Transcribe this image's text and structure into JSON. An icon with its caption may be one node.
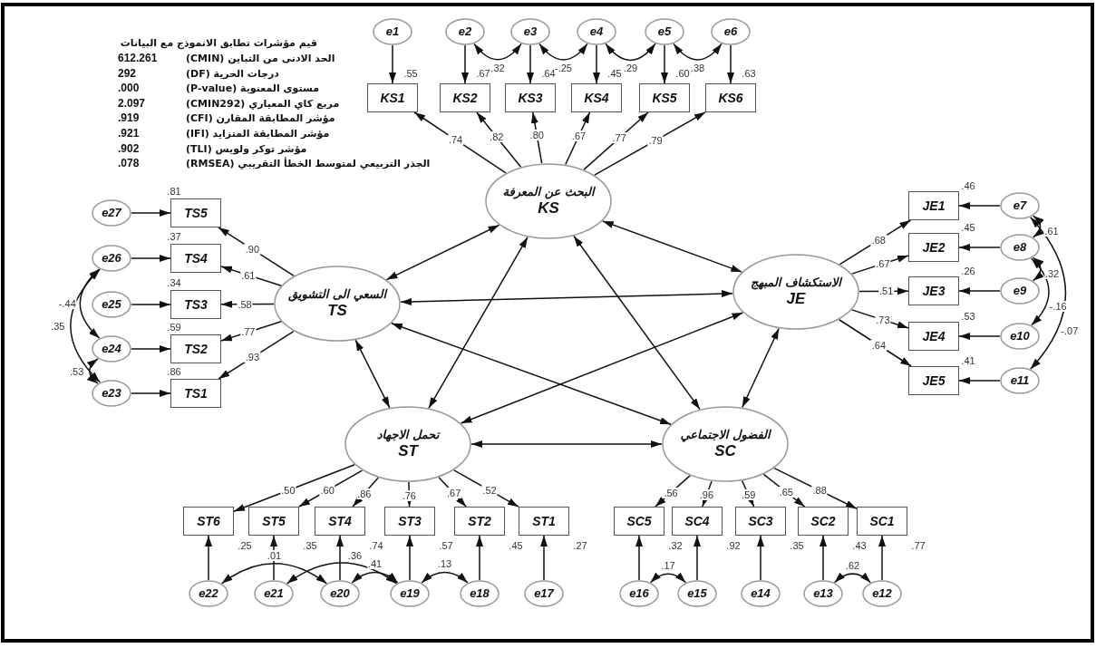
{
  "diagram": {
    "nodes": [
      {
        "text": [
          "e1"
        ]
      },
      {
        "text": [
          "e2"
        ]
      },
      {
        "text": [
          "e3"
        ]
      },
      {
        "text": [
          "e4"
        ]
      },
      {
        "text": [
          "e5"
        ]
      },
      {
        "text": [
          "e6"
        ]
      },
      {
        "text": [
          "KS1"
        ],
        "beside": [
          ".55"
        ]
      },
      {
        "text": [
          "KS2"
        ],
        "beside": [
          ".67"
        ]
      },
      {
        "text": [
          "KS3"
        ],
        "beside": [
          ".64"
        ]
      },
      {
        "text": [
          "KS4"
        ],
        "beside": [
          ".45"
        ]
      },
      {
        "text": [
          "KS5"
        ],
        "beside": [
          ".60"
        ]
      },
      {
        "text": [
          "KS6"
        ],
        "beside": [
          ".63"
        ]
      },
      {
        "text": [
          "البحث عن المعرفة",
          "KS"
        ]
      },
      {
        "text": [
          "السعي الى التشويق",
          "TS"
        ]
      },
      {
        "text": [
          "الاستكشاف المبهج",
          "JE"
        ]
      },
      {
        "text": [
          "TS5"
        ],
        "beside": [
          ".81"
        ]
      },
      {
        "text": [
          "TS4"
        ],
        "beside": [
          ".37"
        ]
      },
      {
        "text": [
          "TS3"
        ],
        "beside": [
          ".34"
        ]
      },
      {
        "text": [
          "TS2"
        ],
        "beside": [
          ".59"
        ]
      },
      {
        "text": [
          "TS1"
        ],
        "beside": [
          ".86"
        ]
      },
      {
        "text": [
          "e27"
        ]
      },
      {
        "text": [
          "e26"
        ]
      },
      {
        "text": [
          "e25"
        ]
      },
      {
        "text": [
          "e24"
        ]
      },
      {
        "text": [
          "e23"
        ]
      },
      {
        "text": [
          "JE1"
        ],
        "beside": [
          ".46"
        ]
      },
      {
        "text": [
          "JE2"
        ],
        "beside": [
          ".45"
        ]
      },
      {
        "text": [
          "JE3"
        ],
        "beside": [
          ".26"
        ]
      },
      {
        "text": [
          "JE4"
        ],
        "beside": [
          ".53"
        ]
      },
      {
        "text": [
          "JE5"
        ],
        "beside": [
          ".41"
        ]
      },
      {
        "text": [
          "e7"
        ]
      },
      {
        "text": [
          "e8"
        ]
      },
      {
        "text": [
          "e9"
        ]
      },
      {
        "text": [
          "e10"
        ]
      },
      {
        "text": [
          "e11"
        ]
      },
      {
        "text": [
          "تحمل الاجهاد",
          "ST"
        ]
      },
      {
        "text": [
          "الفضول الاجتماعي",
          "SC"
        ]
      },
      {
        "text": [
          "ST6"
        ],
        "beside": [
          ".25"
        ]
      },
      {
        "text": [
          "ST5"
        ],
        "beside": [
          ".35"
        ]
      },
      {
        "text": [
          "ST4"
        ],
        "beside": [
          ".74"
        ]
      },
      {
        "text": [
          "ST3"
        ],
        "beside": [
          ".57"
        ]
      },
      {
        "text": [
          "ST2"
        ],
        "beside": [
          ".45"
        ]
      },
      {
        "text": [
          "ST1"
        ],
        "beside": [
          ".27"
        ]
      },
      {
        "text": [
          "SC5"
        ],
        "beside": [
          ".32"
        ]
      },
      {
        "text": [
          "SC4"
        ],
        "beside": [
          ".92"
        ]
      },
      {
        "text": [
          "SC3"
        ],
        "beside": [
          ".35"
        ]
      },
      {
        "text": [
          "SC2"
        ],
        "beside": [
          ".43"
        ]
      },
      {
        "text": [
          "SC1"
        ],
        "beside": [
          ".77"
        ]
      },
      {
        "text": [
          "e22"
        ]
      },
      {
        "text": [
          "e21"
        ]
      },
      {
        "text": [
          "e20"
        ]
      },
      {
        "text": [
          "e19"
        ]
      },
      {
        "text": [
          "e18"
        ]
      },
      {
        "text": [
          "e17"
        ]
      },
      {
        "text": [
          "e16"
        ]
      },
      {
        "text": [
          "e15"
        ]
      },
      {
        "text": [
          "e14"
        ]
      },
      {
        "text": [
          "e13"
        ]
      },
      {
        "text": [
          "e12"
        ]
      }
    ],
    "edges": [
      {
        "from": 0,
        "to": 6,
        "arrow": "to"
      },
      {
        "from": 1,
        "to": 7,
        "arrow": "to"
      },
      {
        "from": 2,
        "to": 8,
        "arrow": "to"
      },
      {
        "from": 3,
        "to": 9,
        "arrow": "to"
      },
      {
        "from": 4,
        "to": 10,
        "arrow": "to"
      },
      {
        "from": 5,
        "to": 11,
        "arrow": "to"
      },
      {
        "from": 12,
        "to": 6,
        "arrow": "to",
        "label": ".74"
      },
      {
        "from": 12,
        "to": 7,
        "arrow": "to",
        "label": ".82"
      },
      {
        "from": 12,
        "to": 8,
        "arrow": "to",
        "label": ".80"
      },
      {
        "from": 12,
        "to": 9,
        "arrow": "to",
        "label": ".67"
      },
      {
        "from": 12,
        "to": 10,
        "arrow": "to",
        "label": ".77"
      },
      {
        "from": 12,
        "to": 11,
        "arrow": "to",
        "label": ".79"
      },
      {
        "from": 1,
        "to": 2,
        "arrow": "both",
        "label": ".32"
      },
      {
        "from": 2,
        "to": 3,
        "arrow": "both",
        "label": "-.25"
      },
      {
        "from": 3,
        "to": 4,
        "arrow": "both",
        "label": ".29"
      },
      {
        "from": 4,
        "to": 5,
        "arrow": "both",
        "label": ".38"
      },
      {
        "from": 12,
        "to": 13,
        "arrow": "both"
      },
      {
        "from": 12,
        "to": 14,
        "arrow": "both"
      },
      {
        "from": 12,
        "to": 35,
        "arrow": "both"
      },
      {
        "from": 12,
        "to": 36,
        "arrow": "both"
      },
      {
        "from": 13,
        "to": 14,
        "arrow": "both"
      },
      {
        "from": 13,
        "to": 35,
        "arrow": "both"
      },
      {
        "from": 13,
        "to": 36,
        "arrow": "both"
      },
      {
        "from": 14,
        "to": 35,
        "arrow": "both"
      },
      {
        "from": 14,
        "to": 36,
        "arrow": "both"
      },
      {
        "from": 35,
        "to": 36,
        "arrow": "both"
      },
      {
        "from": 13,
        "to": 15,
        "arrow": "to",
        "label": ".90"
      },
      {
        "from": 13,
        "to": 16,
        "arrow": "to",
        "label": ".61"
      },
      {
        "from": 13,
        "to": 17,
        "arrow": "to",
        "label": ".58"
      },
      {
        "from": 13,
        "to": 18,
        "arrow": "to",
        "label": ".77"
      },
      {
        "from": 13,
        "to": 19,
        "arrow": "to",
        "label": ".93"
      },
      {
        "from": 20,
        "to": 15,
        "arrow": "to"
      },
      {
        "from": 21,
        "to": 16,
        "arrow": "to"
      },
      {
        "from": 22,
        "to": 17,
        "arrow": "to"
      },
      {
        "from": 23,
        "to": 18,
        "arrow": "to"
      },
      {
        "from": 24,
        "to": 19,
        "arrow": "to"
      },
      {
        "from": 21,
        "to": 23,
        "arrow": "both",
        "label": "-.44"
      },
      {
        "from": 21,
        "to": 24,
        "arrow": "both",
        "label": ".35"
      },
      {
        "from": 23,
        "to": 24,
        "arrow": "both",
        "label": ".53"
      },
      {
        "from": 14,
        "to": 25,
        "arrow": "to",
        "label": ".68"
      },
      {
        "from": 14,
        "to": 26,
        "arrow": "to",
        "label": ".67"
      },
      {
        "from": 14,
        "to": 27,
        "arrow": "to",
        "label": ".51"
      },
      {
        "from": 14,
        "to": 28,
        "arrow": "to",
        "label": ".73"
      },
      {
        "from": 14,
        "to": 29,
        "arrow": "to",
        "label": ".64"
      },
      {
        "from": 30,
        "to": 25,
        "arrow": "to"
      },
      {
        "from": 31,
        "to": 26,
        "arrow": "to"
      },
      {
        "from": 32,
        "to": 27,
        "arrow": "to"
      },
      {
        "from": 33,
        "to": 28,
        "arrow": "to"
      },
      {
        "from": 34,
        "to": 29,
        "arrow": "to"
      },
      {
        "from": 30,
        "to": 31,
        "arrow": "both",
        "label": ".61"
      },
      {
        "from": 31,
        "to": 32,
        "arrow": "both",
        "label": ".32"
      },
      {
        "from": 31,
        "to": 33,
        "arrow": "both",
        "label": "-.16"
      },
      {
        "from": 30,
        "to": 34,
        "arrow": "both",
        "label": "-.07"
      },
      {
        "from": 35,
        "to": 37,
        "arrow": "to",
        "label": ".50"
      },
      {
        "from": 35,
        "to": 38,
        "arrow": "to",
        "label": ".60"
      },
      {
        "from": 35,
        "to": 39,
        "arrow": "to",
        "label": ".86"
      },
      {
        "from": 35,
        "to": 40,
        "arrow": "to",
        "label": ".76"
      },
      {
        "from": 35,
        "to": 41,
        "arrow": "to",
        "label": ".67"
      },
      {
        "from": 35,
        "to": 42,
        "arrow": "to",
        "label": ".52"
      },
      {
        "from": 48,
        "to": 37,
        "arrow": "to"
      },
      {
        "from": 49,
        "to": 38,
        "arrow": "to"
      },
      {
        "from": 50,
        "to": 39,
        "arrow": "to"
      },
      {
        "from": 51,
        "to": 40,
        "arrow": "to"
      },
      {
        "from": 52,
        "to": 41,
        "arrow": "to"
      },
      {
        "from": 53,
        "to": 42,
        "arrow": "to"
      },
      {
        "from": 48,
        "to": 50,
        "arrow": "both",
        "label": ".01"
      },
      {
        "from": 49,
        "to": 51,
        "arrow": "both",
        "label": ".36"
      },
      {
        "from": 50,
        "to": 51,
        "arrow": "both",
        "label": ".41"
      },
      {
        "from": 51,
        "to": 52,
        "arrow": "both",
        "label": ".13"
      },
      {
        "from": 36,
        "to": 43,
        "arrow": "to",
        "label": ".56"
      },
      {
        "from": 36,
        "to": 44,
        "arrow": "to",
        "label": ".96"
      },
      {
        "from": 36,
        "to": 45,
        "arrow": "to",
        "label": ".59"
      },
      {
        "from": 36,
        "to": 46,
        "arrow": "to",
        "label": ".65"
      },
      {
        "from": 36,
        "to": 47,
        "arrow": "to",
        "label": ".88"
      },
      {
        "from": 54,
        "to": 43,
        "arrow": "to"
      },
      {
        "from": 55,
        "to": 44,
        "arrow": "to"
      },
      {
        "from": 56,
        "to": 45,
        "arrow": "to"
      },
      {
        "from": 57,
        "to": 46,
        "arrow": "to"
      },
      {
        "from": 58,
        "to": 47,
        "arrow": "to"
      },
      {
        "from": 54,
        "to": 55,
        "arrow": "both",
        "label": ".17"
      },
      {
        "from": 57,
        "to": 58,
        "arrow": "both",
        "label": ".62"
      }
    ],
    "labels": [
      "قيم مؤشرات تطابق الانموذج مع البيانات",
      "الحد الادنى من التباين (CMIN)",
      "612.261",
      "درجات الحرية (DF)",
      "292",
      "مستوى المعنوية (P-value)",
      ".000",
      "مربع كاي المعياري (CMIN292)",
      "2.097",
      "مؤشر المطابقة المقارن (CFI)",
      ".919",
      "مؤشر المطابقة المتزايد (IFI)",
      ".921",
      "مؤشر توكر ولويس (TLI)",
      ".902",
      "الجذر التربيعي لمتوسط الخطأ التقريبي (RMSEA)",
      ".078"
    ]
  }
}
